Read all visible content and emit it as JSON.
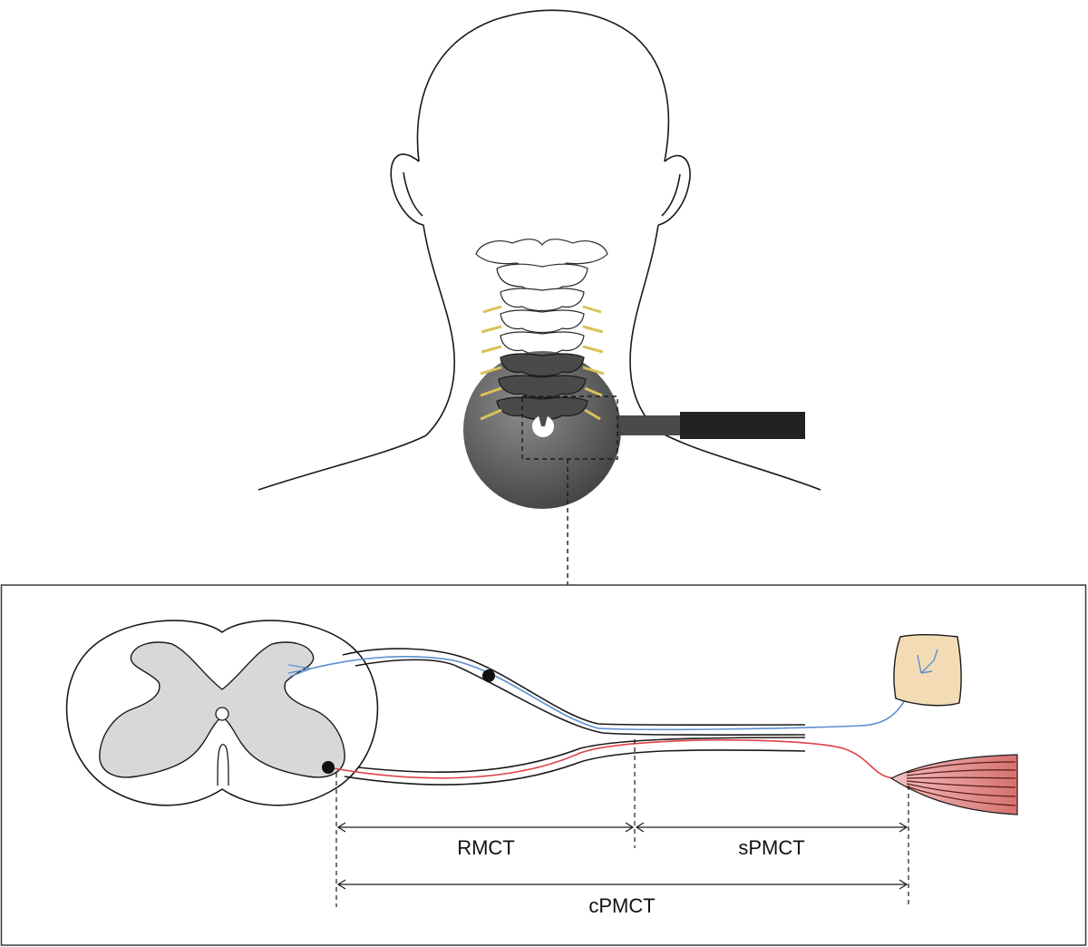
{
  "labels": {
    "rmct": "RMCT",
    "spmct": "sPMCT",
    "cpmct": "cPMCT"
  },
  "colors": {
    "sensory_fiber": "#5b8fd0",
    "motor_fiber": "#e0404a",
    "nerve_root": "#d9c25a",
    "coil": "#222222",
    "gray_matter": "#d8d8d8",
    "skin_patch": "#f3dcb5",
    "muscle": "#e59a9a"
  },
  "icons": [
    "head-outline",
    "cervical-spine",
    "magnetic-coil",
    "spinal-cord-cross-section",
    "skin-receptor",
    "muscle-icon"
  ]
}
